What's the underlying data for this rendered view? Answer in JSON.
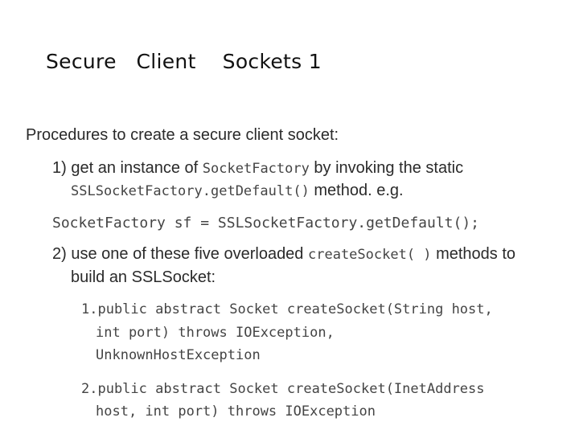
{
  "slide": {
    "title": "Secure   Client    Sockets 1",
    "heading": "Procedures to create a secure client socket:",
    "step1": {
      "prefix": "1) get an instance of ",
      "code1": "SocketFactory",
      "suffix1": " by invoking the static",
      "code2": "SSLSocketFactory.getDefault()",
      "suffix2": " method. e.g."
    },
    "example": "SocketFactory sf = SSLSocketFactory.getDefault();",
    "step2": {
      "prefix": "2) use one of these five overloaded ",
      "code": "createSocket( )",
      "suffix": " methods to",
      "line2": "build an SSLSocket:"
    },
    "methods": [
      {
        "line1": "1.public abstract Socket createSocket(String host,",
        "line2": "int port) throws IOException,",
        "line3": "UnknownHostException"
      },
      {
        "line1": "2.public abstract Socket createSocket(InetAddress",
        "line2": "host, int port) throws IOException"
      }
    ]
  }
}
